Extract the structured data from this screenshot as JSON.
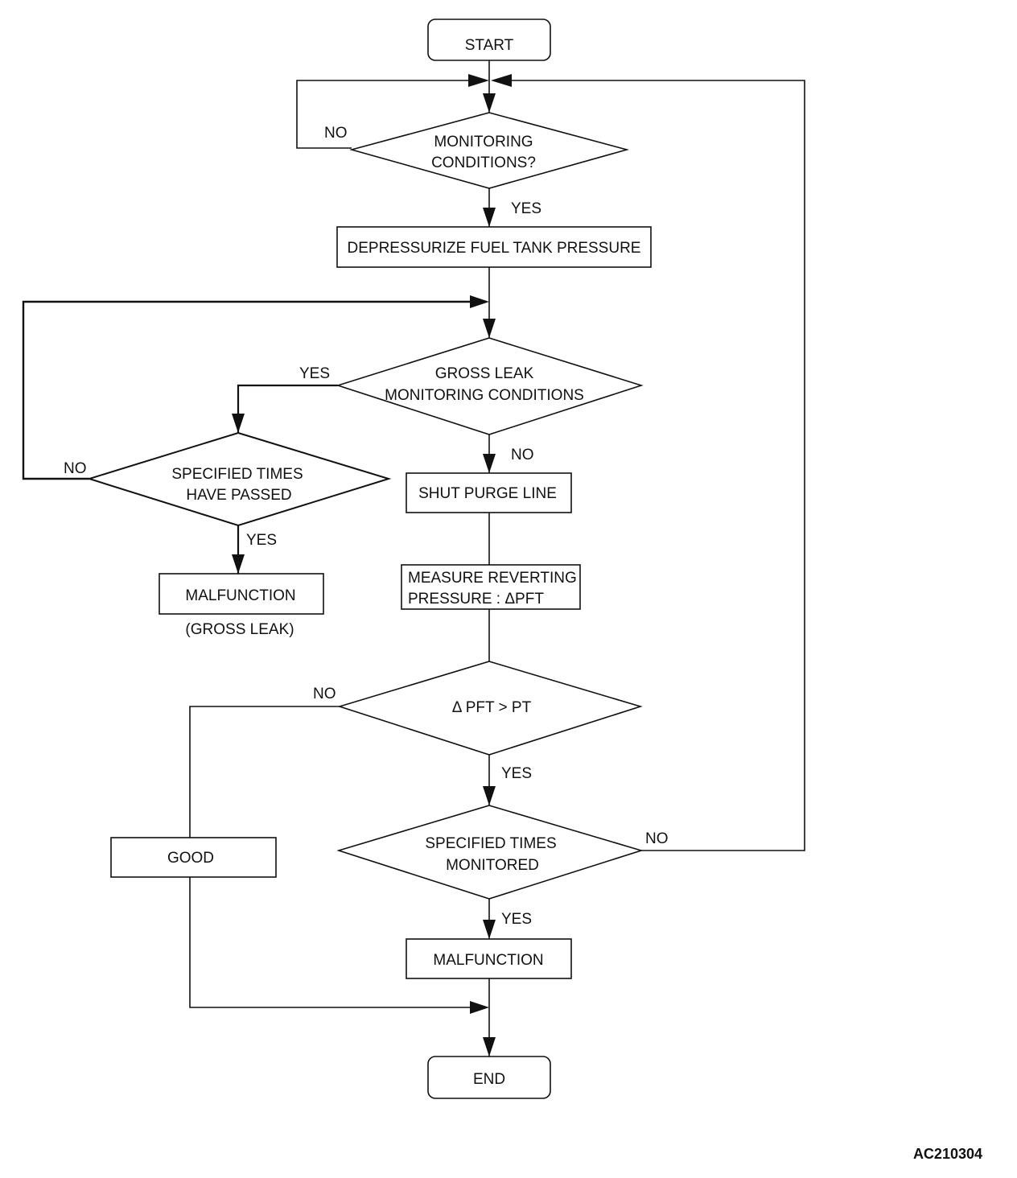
{
  "nodes": {
    "start": "START",
    "monitoring_conditions": [
      "MONITORING",
      "CONDITIONS?"
    ],
    "depressurize": "DEPRESSURIZE FUEL TANK PRESSURE",
    "gross_leak_conditions": [
      "GROSS LEAK",
      "MONITORING CONDITIONS"
    ],
    "specified_times_passed": [
      "SPECIFIED TIMES",
      "HAVE PASSED"
    ],
    "malfunction_gross": "MALFUNCTION",
    "gross_leak_note": "(GROSS LEAK)",
    "shut_purge_line": "SHUT PURGE LINE",
    "measure_reverting": [
      "MEASURE REVERTING",
      "PRESSURE : ΔPFT"
    ],
    "delta_pft_compare": "Δ PFT > PT",
    "good": "GOOD",
    "specified_times_monitored": [
      "SPECIFIED TIMES",
      "MONITORED"
    ],
    "malfunction": "MALFUNCTION",
    "end": "END"
  },
  "labels": {
    "yes": "YES",
    "no": "NO"
  },
  "figure_code": "AC210304"
}
